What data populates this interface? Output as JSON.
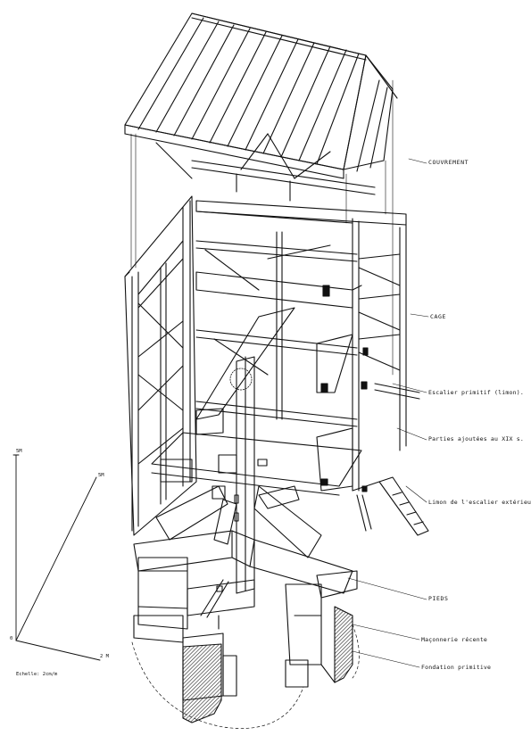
{
  "labels": {
    "couvrement": "COUVREMENT",
    "cage": "CAGE",
    "escalier": "Escalier primitif (limon).",
    "parties": "Parties ajoutées au XIX s.",
    "limon": "Limon de l'escalier extérieur",
    "pieds": "PIEDS",
    "maconnerie": "Maçonnerie récente",
    "fondation": "Fondation primitive"
  },
  "scale": {
    "vertical": "5M",
    "depth": "5M",
    "horizontal": "2 M",
    "origin": "0",
    "echelle": "Echelle: 2cm/m"
  },
  "colors": {
    "line": "#111111",
    "hatch": "#222222",
    "paper": "#ffffff"
  }
}
